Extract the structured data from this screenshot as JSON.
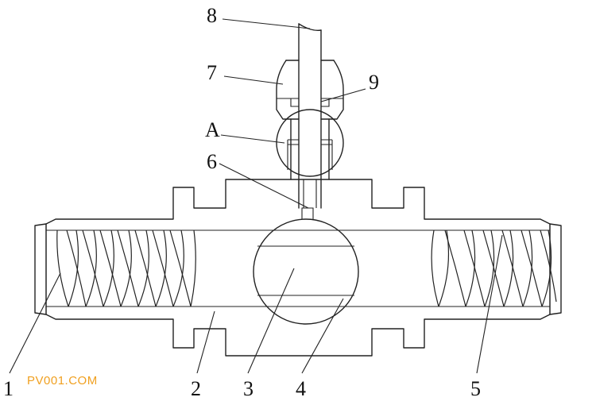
{
  "labels": {
    "l1": "1",
    "l2": "2",
    "l3": "3",
    "l4": "4",
    "l5": "5",
    "l6": "6",
    "l7": "7",
    "l8": "8",
    "l9": "9",
    "lA": "A"
  },
  "watermark": "PV001.COM",
  "colors": {
    "line": "#222222",
    "watermark": "#f0a020",
    "background": "#ffffff"
  }
}
